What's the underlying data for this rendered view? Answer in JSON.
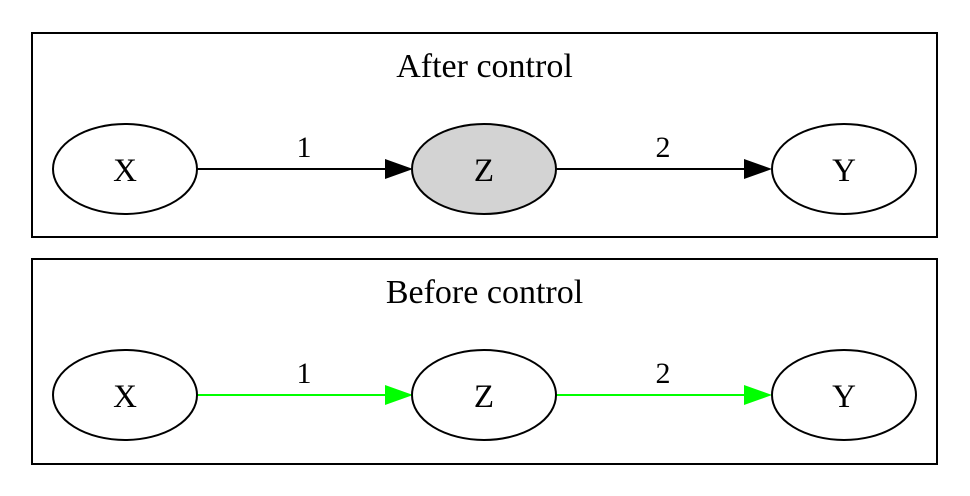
{
  "colors": {
    "stroke": "#000000",
    "highlight_fill": "#d3d3d3",
    "green_edge": "#00ff00"
  },
  "panels": [
    {
      "title": "After control",
      "nodes": [
        {
          "label": "X",
          "shaded": false
        },
        {
          "label": "Z",
          "shaded": true
        },
        {
          "label": "Y",
          "shaded": false
        }
      ],
      "edges": [
        {
          "label": "1",
          "color": "#000000"
        },
        {
          "label": "2",
          "color": "#000000"
        }
      ]
    },
    {
      "title": "Before control",
      "nodes": [
        {
          "label": "X",
          "shaded": false
        },
        {
          "label": "Z",
          "shaded": false
        },
        {
          "label": "Y",
          "shaded": false
        }
      ],
      "edges": [
        {
          "label": "1",
          "color": "#00ff00"
        },
        {
          "label": "2",
          "color": "#00ff00"
        }
      ]
    }
  ]
}
